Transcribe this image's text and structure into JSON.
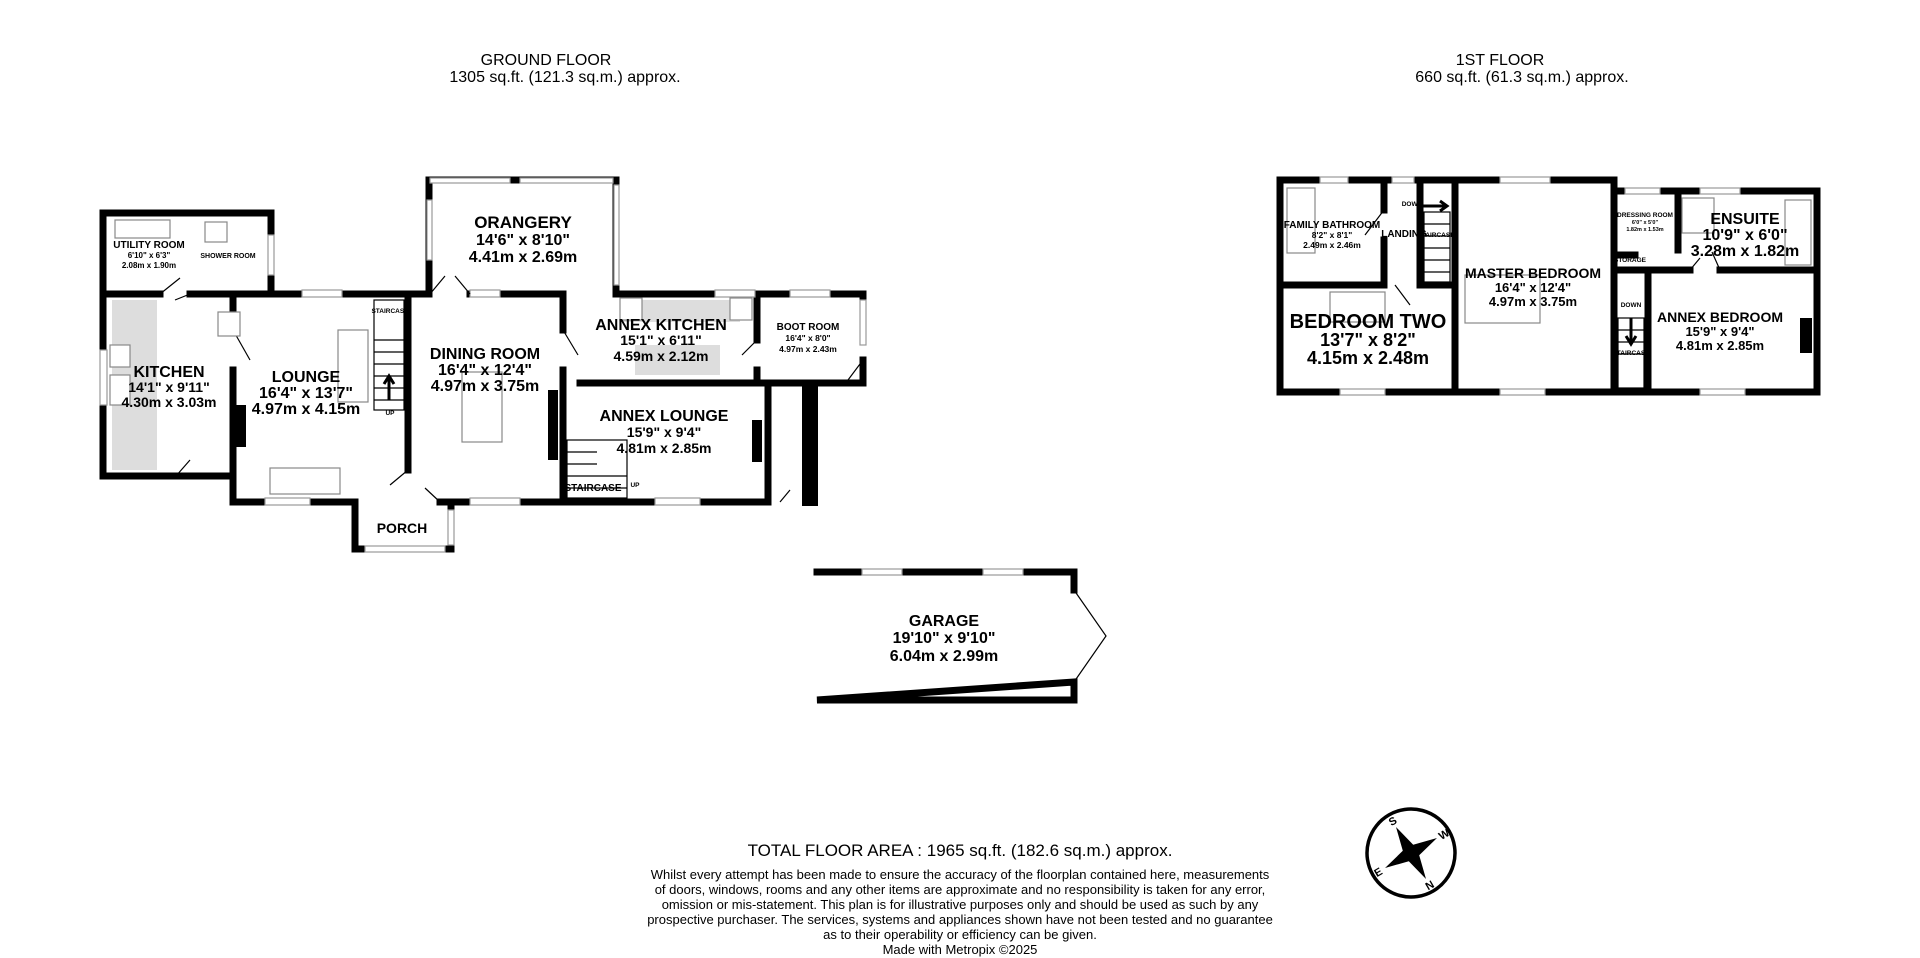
{
  "ground_floor": {
    "title": "GROUND FLOOR",
    "area": "1305 sq.ft. (121.3 sq.m.) approx.",
    "rooms": [
      {
        "name": "UTILITY ROOM",
        "imperial": "6'10\"  x 6'3\"",
        "metric": "2.08m  x 1.90m"
      },
      {
        "name": "SHOWER ROOM"
      },
      {
        "name": "KITCHEN",
        "imperial": "14'1\"  x 9'11\"",
        "metric": "4.30m  x 3.03m"
      },
      {
        "name": "LOUNGE",
        "imperial": "16'4\"  x 13'7\"",
        "metric": "4.97m  x 4.15m"
      },
      {
        "name": "DINING ROOM",
        "imperial": "16'4\"  x 12'4\"",
        "metric": "4.97m  x 3.75m"
      },
      {
        "name": "ORANGERY",
        "imperial": "14'6\"  x 8'10\"",
        "metric": "4.41m  x 2.69m"
      },
      {
        "name": "ANNEX KITCHEN",
        "imperial": "15'1\"  x 6'11\"",
        "metric": "4.59m  x 2.12m"
      },
      {
        "name": "BOOT ROOM",
        "imperial": "16'4\"  x 8'0\"",
        "metric": "4.97m  x 2.43m"
      },
      {
        "name": "ANNEX LOUNGE",
        "imperial": "15'9\"  x 9'4\"",
        "metric": "4.81m  x 2.85m"
      },
      {
        "name": "PORCH"
      },
      {
        "name": "GARAGE",
        "imperial": "19'10\"  x 9'10\"",
        "metric": "6.04m  x 2.99m"
      }
    ],
    "labels": {
      "staircase": "STAIRCASE",
      "staircase_annex": "STAIRCASE",
      "up": "UP",
      "up_annex": "UP"
    }
  },
  "first_floor": {
    "title": "1ST FLOOR",
    "area": "660 sq.ft. (61.3 sq.m.) approx.",
    "rooms": [
      {
        "name": "FAMILY BATHROOM",
        "imperial": "8'2\"  x 8'1\"",
        "metric": "2.49m  x 2.46m"
      },
      {
        "name": "LANDING"
      },
      {
        "name": "MASTER BEDROOM",
        "imperial": "16'4\"  x 12'4\"",
        "metric": "4.97m  x 3.75m"
      },
      {
        "name": "DRESSING ROOM",
        "imperial": "6'0\"  x 5'0\"",
        "metric": "1.82m  x 1.53m"
      },
      {
        "name": "STORAGE"
      },
      {
        "name": "ENSUITE",
        "imperial": "10'9\"  x 6'0\"",
        "metric": "3.28m  x 1.82m"
      },
      {
        "name": "BEDROOM TWO",
        "imperial": "13'7\"  x 8'2\"",
        "metric": "4.15m  x 2.48m"
      },
      {
        "name": "ANNEX BEDROOM",
        "imperial": "15'9\"  x 9'4\"",
        "metric": "4.81m  x 2.85m"
      }
    ],
    "labels": {
      "staircase": "STAIRCASE",
      "staircase_annex": "STAIRCASE",
      "down": "DOWN",
      "down_annex": "DOWN"
    }
  },
  "footer": {
    "total": "TOTAL FLOOR AREA : 1965 sq.ft. (182.6 sq.m.) approx.",
    "disclaimer": [
      "Whilst every attempt has been made to ensure the accuracy of the floorplan contained here, measurements",
      "of doors, windows, rooms and any other items are approximate and no responsibility is taken for any error,",
      "omission or mis-statement. This plan is for illustrative purposes only and should be used as such by any",
      "prospective purchaser. The services, systems and appliances shown have not been tested and no guarantee",
      "as to their operability or efficiency can be given."
    ],
    "credit": "Made with Metropix ©2025"
  },
  "compass": {
    "icon": "compass-rose-icon",
    "letters": [
      "S",
      "W",
      "N",
      "E"
    ]
  }
}
